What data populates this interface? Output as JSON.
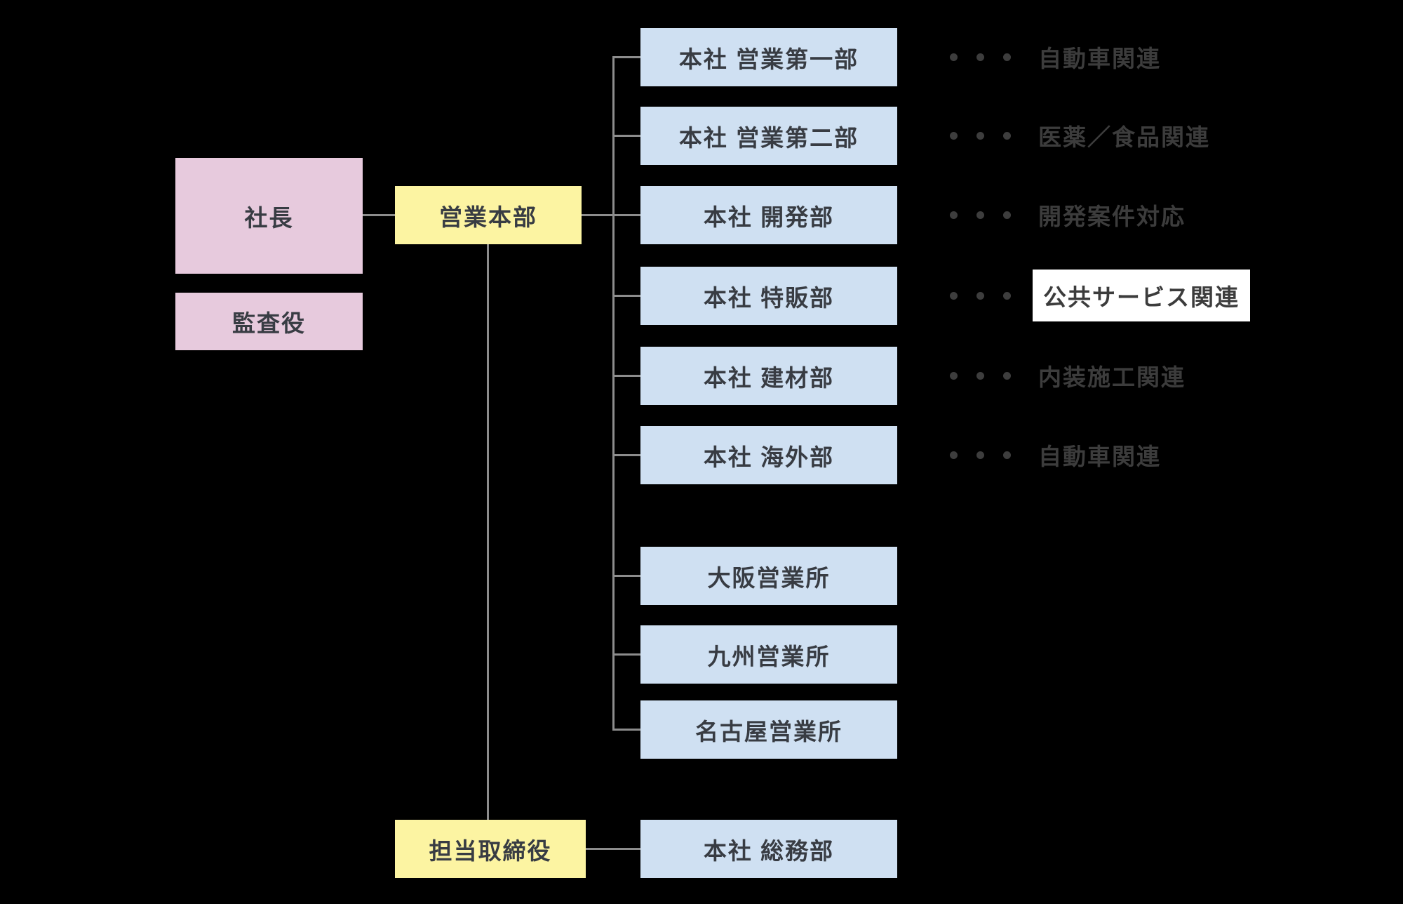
{
  "diagram": {
    "title": "organization-chart",
    "background": "#000000",
    "colors": {
      "executive_box": "#e7cadd",
      "division_box": "#fcf4a2",
      "department_box": "#cfe0f2",
      "connector_line": "#8c8c8c",
      "text": "#383c43",
      "annotation_highlight_bg": "#ffffff"
    },
    "nodes": {
      "president": "社長",
      "auditor": "監査役",
      "sales_hq": "営業本部",
      "managing_director": "担当取締役"
    },
    "departments": [
      "本社 営業第一部",
      "本社 営業第二部",
      "本社 開発部",
      "本社 特販部",
      "本社 建材部",
      "本社 海外部",
      "大阪営業所",
      "九州営業所",
      "名古屋営業所",
      "本社 総務部"
    ],
    "annotations": [
      {
        "dots": "・・・",
        "label": "自動車関連",
        "highlighted": false
      },
      {
        "dots": "・・・",
        "label": "医薬／食品関連",
        "highlighted": false
      },
      {
        "dots": "・・・",
        "label": "開発案件対応",
        "highlighted": false
      },
      {
        "dots": "・・・",
        "label": "公共サービス関連",
        "highlighted": true
      },
      {
        "dots": "・・・",
        "label": "内装施工関連",
        "highlighted": false
      },
      {
        "dots": "・・・",
        "label": "自動車関連",
        "highlighted": false
      }
    ]
  }
}
